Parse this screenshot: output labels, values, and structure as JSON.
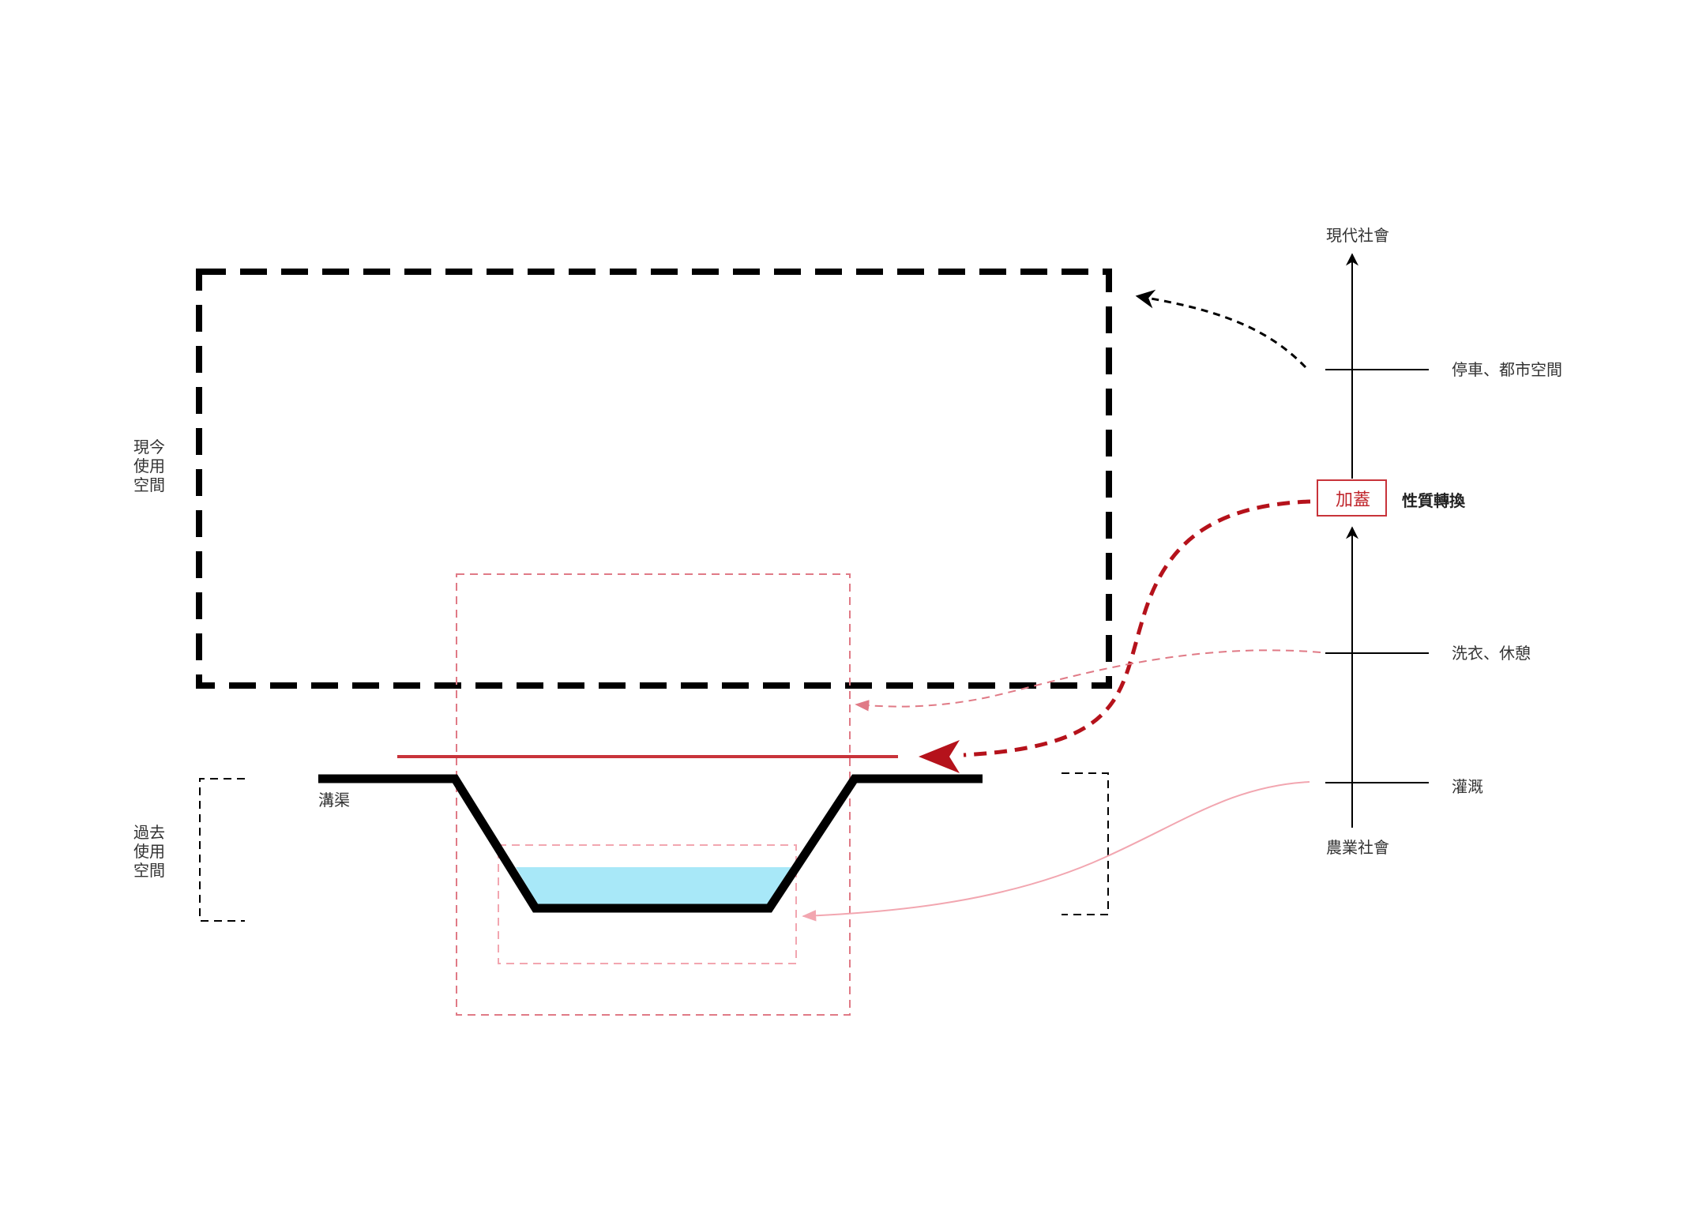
{
  "labels": {
    "present_space": [
      "現今",
      "使用",
      "空間"
    ],
    "past_space": [
      "過去",
      "使用",
      "空間"
    ],
    "ditch": "溝渠",
    "timeline_top": "現代社會",
    "timeline_bottom": "農業社會",
    "parking_urban": "停車、都市空間",
    "washing_rest": "洗衣、休憩",
    "irrigation": "灌溉",
    "cover_box": "加蓋",
    "transformation": "性質轉換"
  },
  "colors": {
    "black": "#000000",
    "red_dark": "#b5121b",
    "red_line": "#c8333a",
    "pink_dashed": "#e07a86",
    "pink_light": "#f2a6b0",
    "water": "#a8e8f8"
  }
}
